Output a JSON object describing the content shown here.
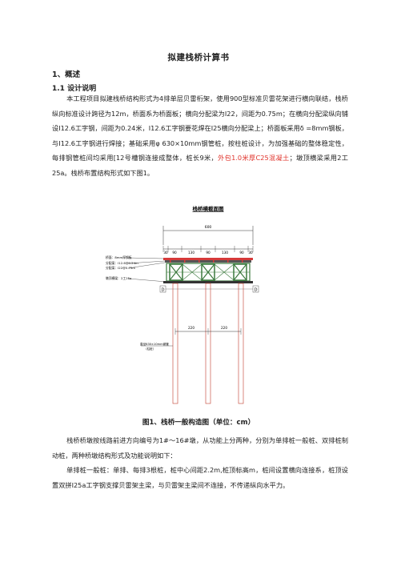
{
  "document": {
    "title": "拟建栈桥计算书",
    "section1": "1、概述",
    "section1_1": "1.1 设计说明",
    "para1": {
      "a": "本工程项目拟建栈桥结构形式为4排单层贝雷桁架，使用900型标准贝雷花架进行横向联结，栈桥纵向标准设计跨径为12m，桥面系为桥面板；横向分配梁为I22，间距为0.75m；在横向分配梁纵向铺设I12.6工字钢，间距为0.24米，I12.6工字钢要花焊在I25横向分配梁上；桥面板采用δ =8mm钢板，与I12.6工字钢进行焊接；基础采用φ 630×10mm钢管桩，按柱桩设计，为加强基础的整体稳定性，每排钢管桩间均采用[12号槽钢连接成整体，桩长9米，",
      "red": "外包1.0米厚C25混凝土",
      "b": "；墩顶横梁采用2工25a。栈桥布置结构形式如下图1。"
    },
    "figure_caption": "图1、栈桥一般构造图（单位：cm）",
    "para2": "栈桥桥墩按线路前进方向编号为1#～16#墩，从功能上分两种，分别为单排桩一般桩、双排桩制动桩，两种桥墩结构形式及功能说明如下：",
    "para3": "单排桩一般桩：单排、每排3根桩，桩中心间距2.2m,桩顶标高m，桩间设置横向连接系，桩顶设置双拼I25a工字钢支撑贝雷架主梁，与贝雷架主梁间不连接，不传递纵向水平力。"
  },
  "figure": {
    "drawing_title": "栈桥横截面图",
    "total_width": "600",
    "deck_dims": [
      "30",
      "90",
      "130",
      "90",
      "130",
      "90",
      "30"
    ],
    "legend": [
      "桥面：8mm厚钢板",
      "分配梁：I12.6@0.24m",
      "分配梁：I22@0.75m",
      "墩顶横梁：2工25a"
    ],
    "pile_spacing": [
      "220",
      "220"
    ],
    "pile_label": [
      "直径630×10mm钢管",
      "（柱桩）"
    ],
    "marks": [
      "D",
      "D"
    ],
    "colors": {
      "truss": "#3c7a3e",
      "steel": "#d63a3a",
      "pile": "#c0392b"
    }
  }
}
